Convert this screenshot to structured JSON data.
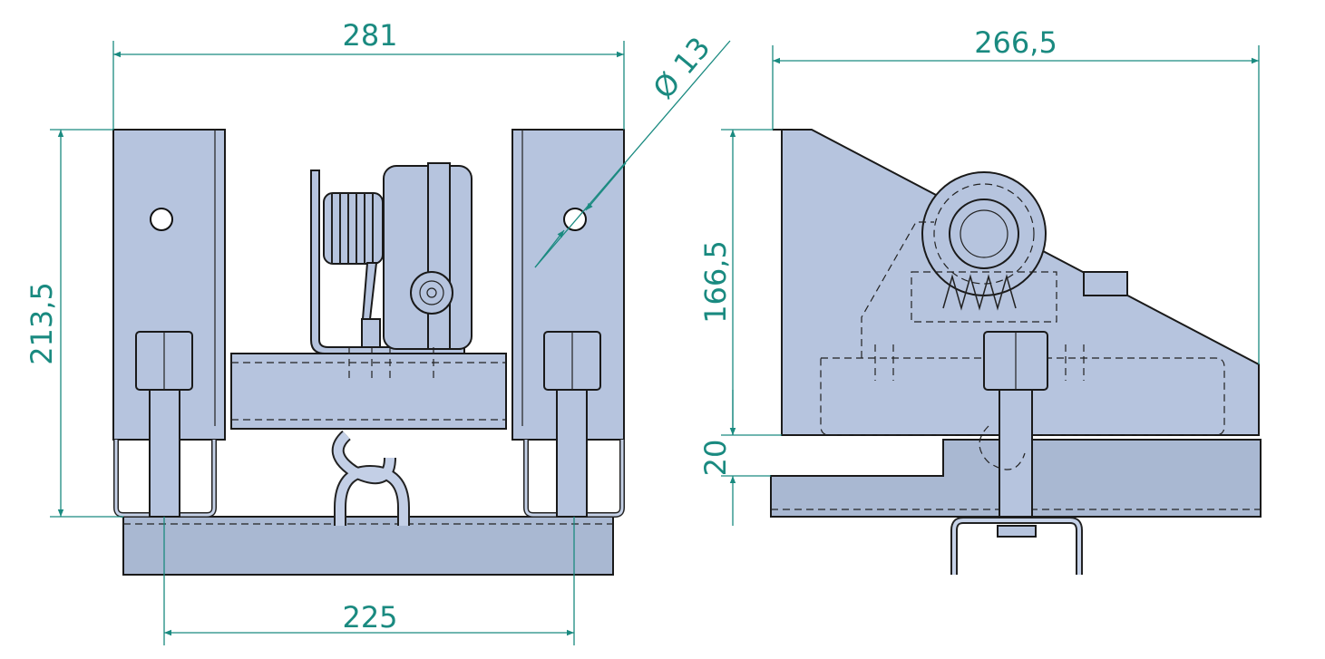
{
  "drawing": {
    "front_view": {
      "width_dim": "281",
      "height_dim": "213,5",
      "bolt_spacing_dim": "225",
      "hole_dim": "Ø 13"
    },
    "side_view": {
      "width_dim": "266,5",
      "height_dim": "166,5",
      "base_dim": "20"
    },
    "colors": {
      "part": "#b6c4de",
      "dimension": "#1a8a80"
    }
  }
}
